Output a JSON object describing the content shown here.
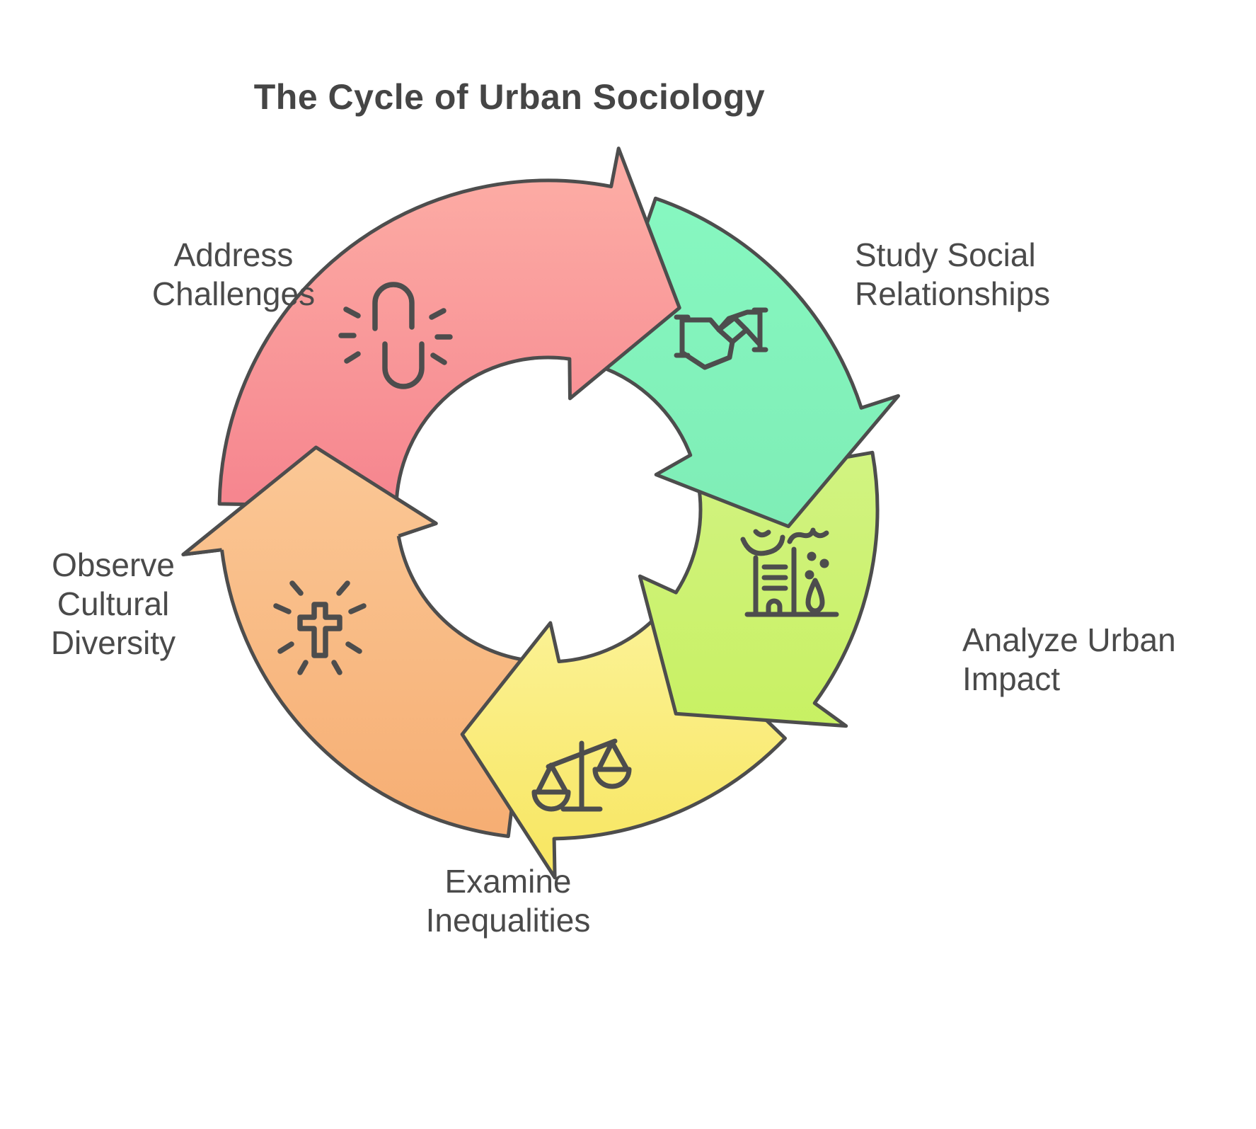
{
  "title": "The Cycle of Urban Sociology",
  "diagram": {
    "type": "cycle",
    "direction": "clockwise",
    "background": "#FFFFFF",
    "stroke_color": "#4D4D4D",
    "text_color": "#4A4A4A",
    "steps": [
      {
        "id": "address-challenges",
        "label_lines": [
          "Address",
          "Challenges"
        ],
        "icon": "broken-link-icon",
        "color_top": "#FCABA4",
        "color_bottom": "#F6868F",
        "arc": {
          "tail_deg": 271,
          "head_base_deg": 371,
          "tip_deg": 393
        }
      },
      {
        "id": "study-social-relationships",
        "label_lines": [
          "Study Social",
          "Relationships"
        ],
        "icon": "handshake-icon",
        "color_top": "#87F8C1",
        "color_bottom": "#7DEBB4",
        "arc": {
          "tail_deg": 19,
          "head_base_deg": 72,
          "tip_deg": 94
        }
      },
      {
        "id": "analyze-urban-impact",
        "label_lines": [
          "Analyze Urban",
          "Impact"
        ],
        "icon": "city-pollution-icon",
        "color_top": "#D5F48D",
        "color_bottom": "#C6F05C",
        "arc": {
          "tail_deg": 80,
          "head_base_deg": 126,
          "tip_deg": 148
        }
      },
      {
        "id": "examine-inequalities",
        "label_lines": [
          "Examine",
          "Inequalities"
        ],
        "icon": "scales-icon",
        "color_top": "#FBF191",
        "color_bottom": "#F8E766",
        "arc": {
          "tail_deg": 134,
          "head_base_deg": 179,
          "tip_deg": 201
        }
      },
      {
        "id": "observe-cultural-diversity",
        "label_lines": [
          "Observe",
          "Cultural",
          "Diversity"
        ],
        "icon": "radiant-cross-icon",
        "color_top": "#FBCA99",
        "color_bottom": "#F6AD72",
        "arc": {
          "tail_deg": 187,
          "head_base_deg": 263,
          "tip_deg": 285
        }
      }
    ]
  }
}
